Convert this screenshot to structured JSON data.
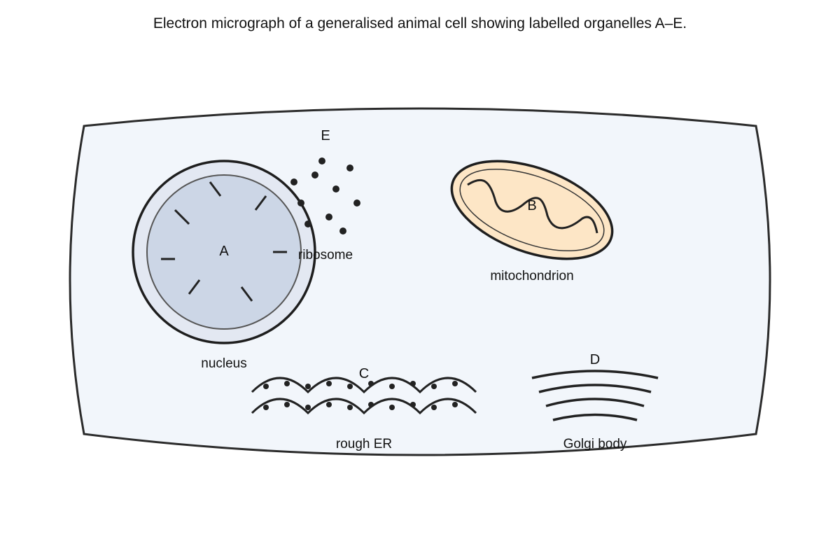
{
  "caption": "Electron micrograph of a generalised animal cell showing labelled organelles A–E.",
  "organelles": {
    "nucleus": {
      "letter": "A",
      "name": "nucleus"
    },
    "mitochondrion": {
      "letter": "B",
      "name": "mitochondrion"
    },
    "rough_er": {
      "letter": "C",
      "name": "rough ER"
    },
    "golgi": {
      "letter": "D",
      "name": "Golgi body"
    },
    "ribosome": {
      "letter": "E",
      "name": "ribosome"
    }
  },
  "colors": {
    "outline": "#2b2b2b",
    "cytoplasm": "#f2f6fb",
    "nucleus_envelope": "#e3e8f2",
    "nucleoplasm": "#ccd6e6",
    "mitochondrion_fill": "#fde6c6",
    "dots": "#222222"
  }
}
